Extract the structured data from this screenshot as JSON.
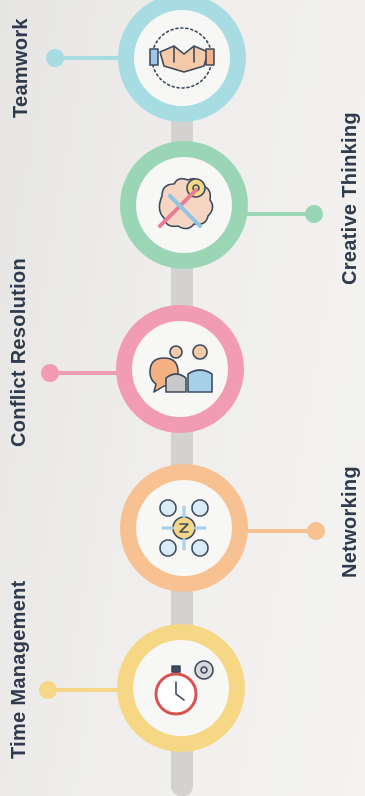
{
  "skills": [
    {
      "label": "Teamwork",
      "icon": "handshake-icon",
      "color": "#a7dce3"
    },
    {
      "label": "Creative Thinking",
      "icon": "brain-gear-icon",
      "color": "#9ad6b6"
    },
    {
      "label": "Conflict Resolution",
      "icon": "debate-icon",
      "color": "#f19cb2"
    },
    {
      "label": "Networking",
      "icon": "network-icon",
      "color": "#f7c191"
    },
    {
      "label": "Time Management",
      "icon": "stopwatch-icon",
      "color": "#f6d785"
    }
  ],
  "colors": {
    "connector": "#d5d4d2",
    "text": "#2f3a4c",
    "icon_stroke": "#3c4a5e"
  }
}
